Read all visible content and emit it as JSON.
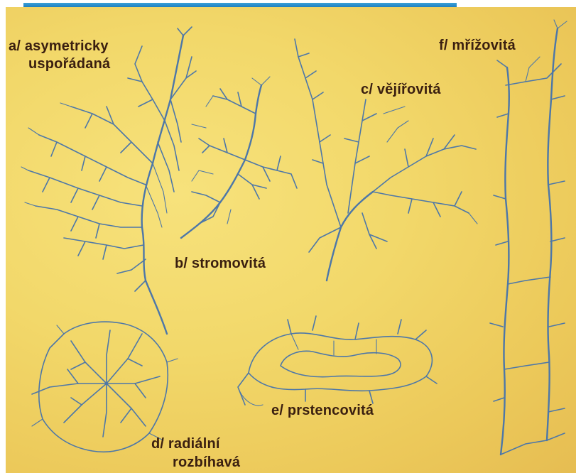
{
  "labels": {
    "a_line1": "a/ asymetricky",
    "a_line2": "uspořádaná",
    "b": "b/ stromovitá",
    "c": "c/ vějířovitá",
    "d_line1": "d/ radiální",
    "d_line2": "rozbíhavá",
    "e": "e/ prstencovitá",
    "f": "f/ mřížovitá"
  },
  "colors": {
    "river": "#4d77a8",
    "text": "#3a1f10",
    "background": "#f2d86a",
    "top_bar": "#2b8fcf"
  }
}
